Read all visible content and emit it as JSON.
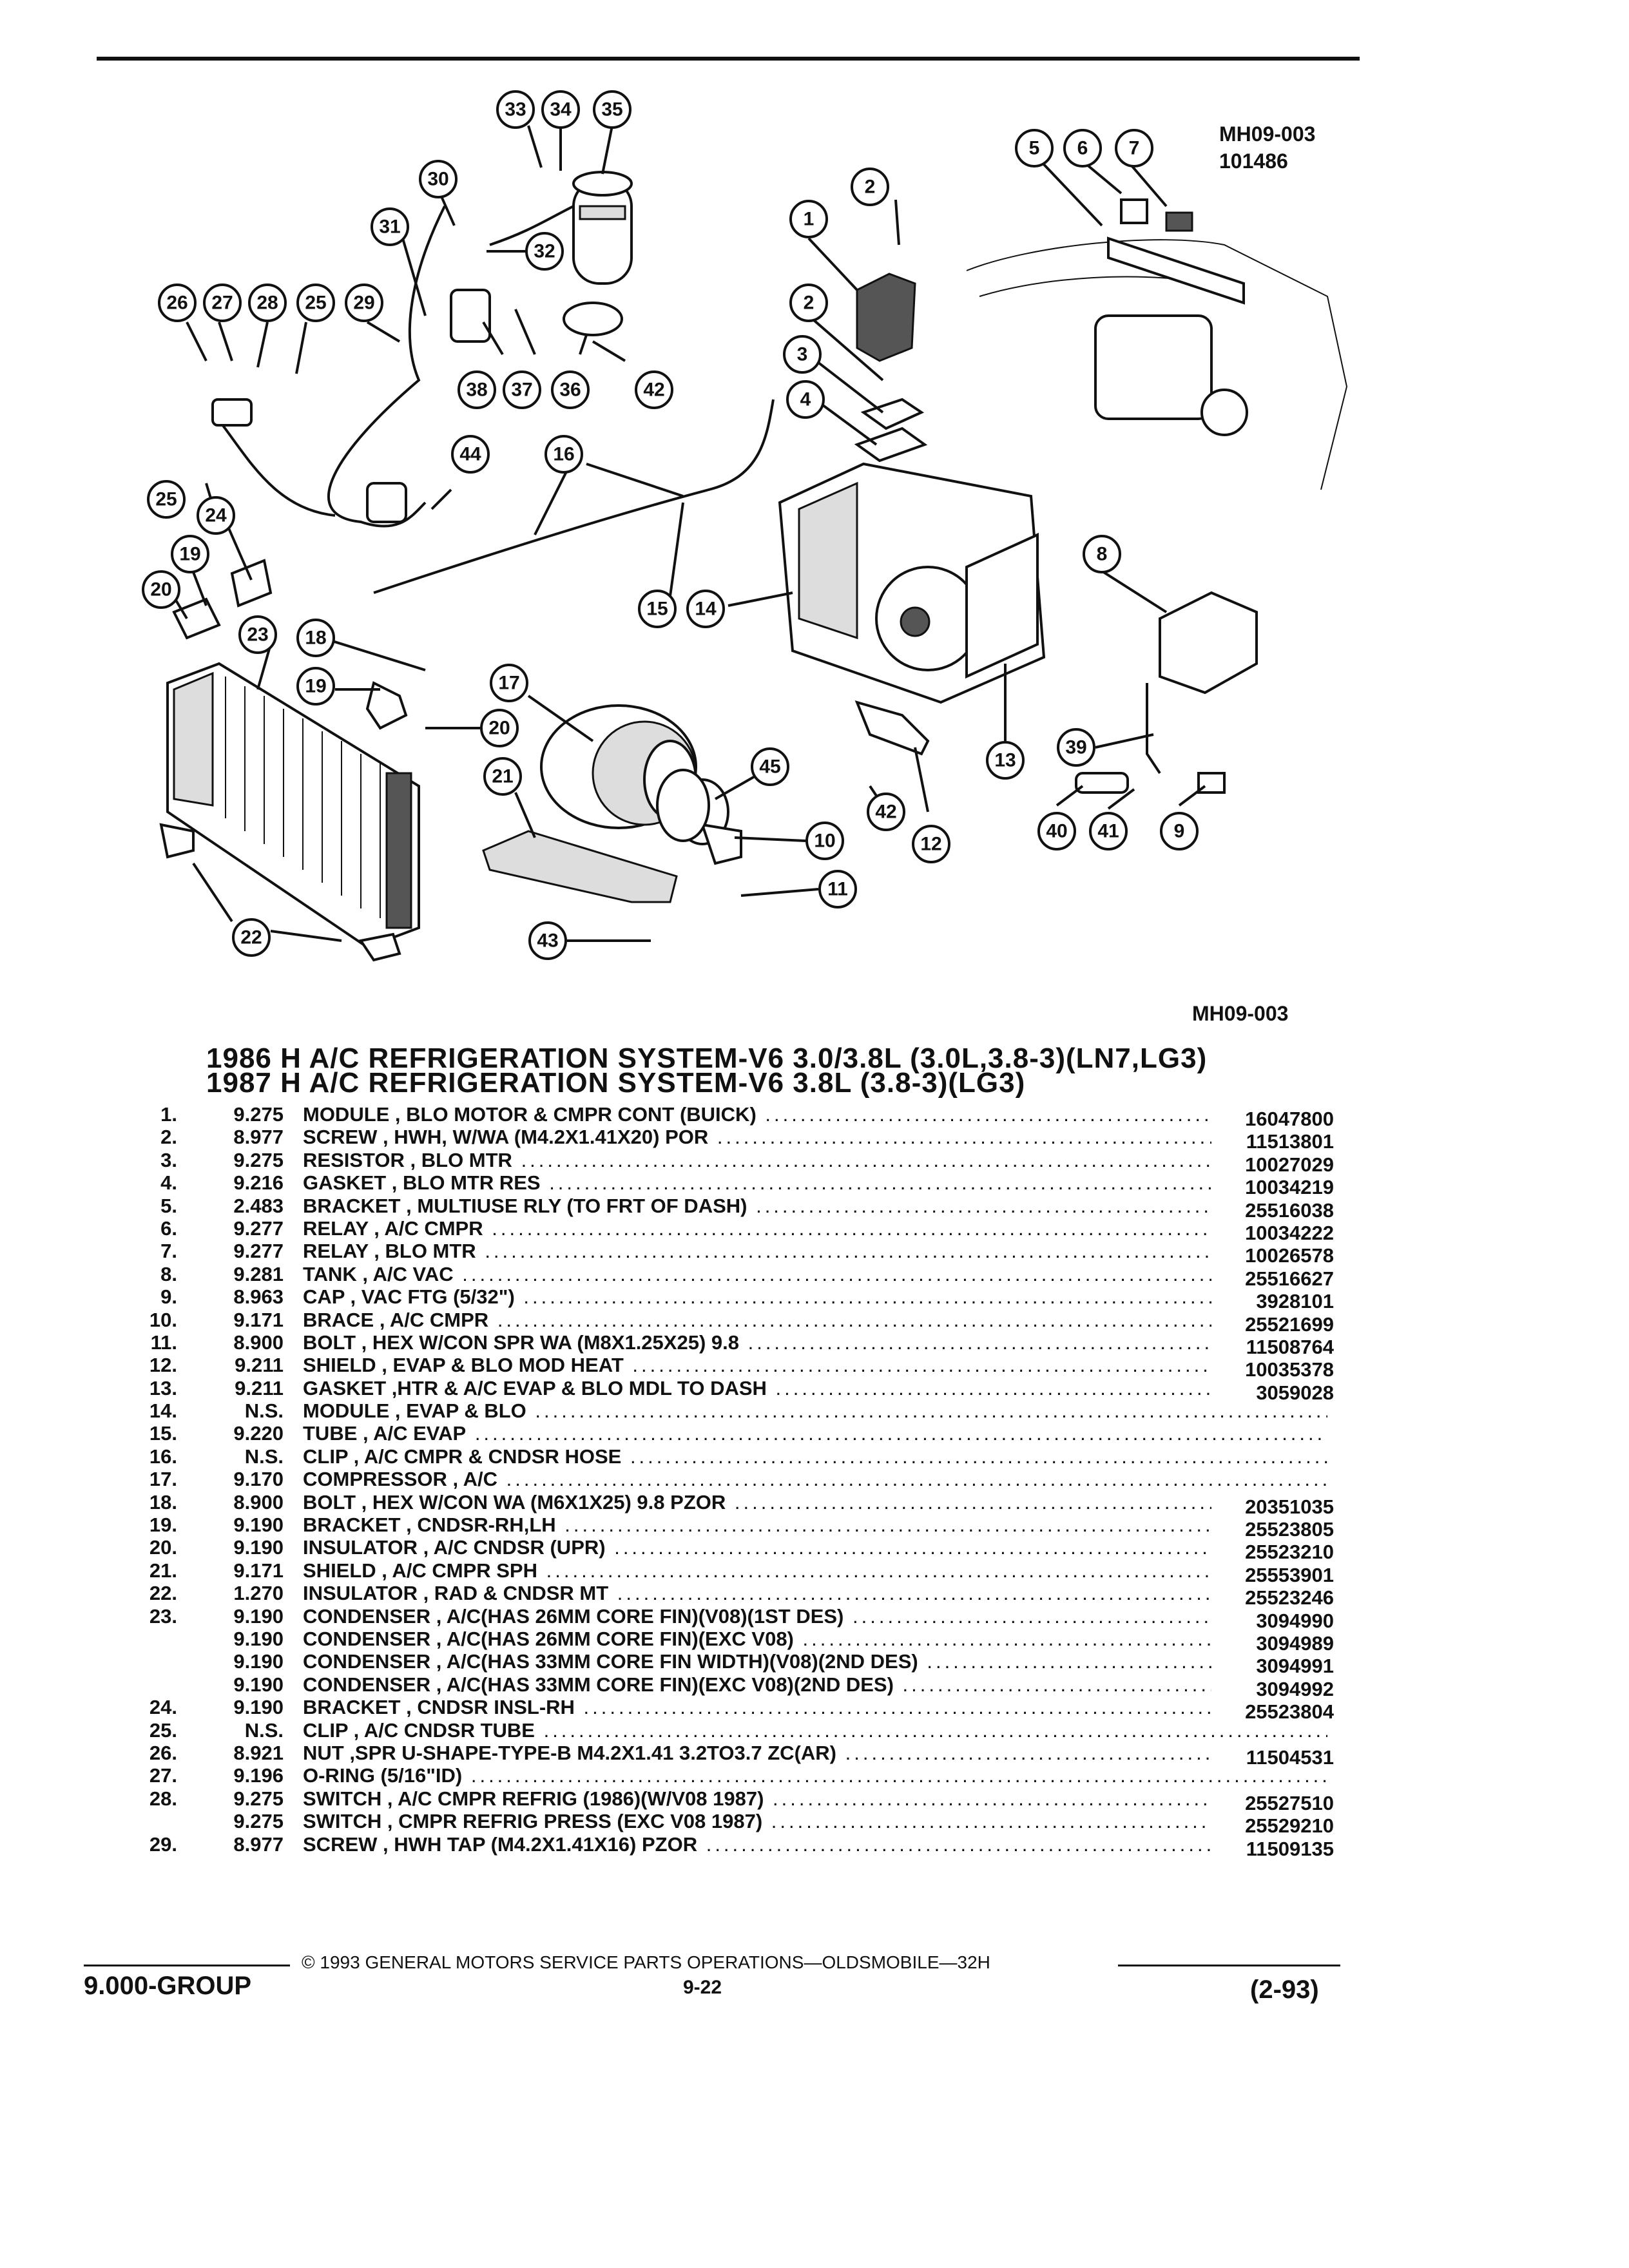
{
  "header": {
    "ref_code": "MH09-003",
    "ref_number": "101486"
  },
  "diagram": {
    "callouts": [
      "33",
      "34",
      "35",
      "30",
      "31",
      "32",
      "26",
      "27",
      "28",
      "25",
      "29",
      "38",
      "37",
      "36",
      "42",
      "44",
      "16",
      "25",
      "24",
      "19",
      "20",
      "23",
      "18",
      "19",
      "15",
      "14",
      "17",
      "20",
      "21",
      "22",
      "43",
      "45",
      "42",
      "12",
      "10",
      "11",
      "13",
      "1",
      "2",
      "2",
      "3",
      "4",
      "5",
      "6",
      "7",
      "8",
      "39",
      "40",
      "41",
      "9"
    ],
    "caption": "MH09-003"
  },
  "titles": [
    "1986 H A/C REFRIGERATION SYSTEM-V6 3.0/3.8L (3.0L,3.8-3)(LN7,LG3)",
    "1987 H A/C REFRIGERATION SYSTEM-V6 3.8L (3.8-3)(LG3)"
  ],
  "parts": [
    {
      "no": "1.",
      "group": "9.275",
      "desc": "MODULE , BLO MOTOR & CMPR CONT (BUICK)",
      "pn": "16047800"
    },
    {
      "no": "2.",
      "group": "8.977",
      "desc": "SCREW , HWH, W/WA (M4.2X1.41X20) POR",
      "pn": "11513801"
    },
    {
      "no": "3.",
      "group": "9.275",
      "desc": "RESISTOR , BLO MTR",
      "pn": "10027029"
    },
    {
      "no": "4.",
      "group": "9.216",
      "desc": "GASKET , BLO MTR RES",
      "pn": "10034219"
    },
    {
      "no": "5.",
      "group": "2.483",
      "desc": "BRACKET , MULTIUSE RLY (TO FRT OF DASH)",
      "pn": "25516038"
    },
    {
      "no": "6.",
      "group": "9.277",
      "desc": "RELAY , A/C CMPR",
      "pn": "10034222"
    },
    {
      "no": "7.",
      "group": "9.277",
      "desc": "RELAY , BLO MTR",
      "pn": "10026578"
    },
    {
      "no": "8.",
      "group": "9.281",
      "desc": "TANK , A/C VAC",
      "pn": "25516627"
    },
    {
      "no": "9.",
      "group": "8.963",
      "desc": "CAP , VAC FTG (5/32\")",
      "pn": "3928101"
    },
    {
      "no": "10.",
      "group": "9.171",
      "desc": "BRACE , A/C CMPR",
      "pn": "25521699"
    },
    {
      "no": "11.",
      "group": "8.900",
      "desc": "BOLT , HEX W/CON SPR WA (M8X1.25X25) 9.8",
      "pn": "11508764"
    },
    {
      "no": "12.",
      "group": "9.211",
      "desc": "SHIELD , EVAP & BLO MOD HEAT",
      "pn": "10035378"
    },
    {
      "no": "13.",
      "group": "9.211",
      "desc": "GASKET ,HTR & A/C EVAP & BLO MDL TO DASH",
      "pn": "3059028"
    },
    {
      "no": "14.",
      "group": "N.S.",
      "desc": "MODULE , EVAP & BLO",
      "pn": ""
    },
    {
      "no": "15.",
      "group": "9.220",
      "desc": "TUBE , A/C EVAP",
      "pn": ""
    },
    {
      "no": "16.",
      "group": "N.S.",
      "desc": "CLIP , A/C CMPR & CNDSR HOSE",
      "pn": ""
    },
    {
      "no": "17.",
      "group": "9.170",
      "desc": "COMPRESSOR , A/C",
      "pn": ""
    },
    {
      "no": "18.",
      "group": "8.900",
      "desc": "BOLT , HEX W/CON WA (M6X1X25) 9.8 PZOR",
      "pn": "20351035"
    },
    {
      "no": "19.",
      "group": "9.190",
      "desc": "BRACKET , CNDSR-RH,LH",
      "pn": "25523805"
    },
    {
      "no": "20.",
      "group": "9.190",
      "desc": "INSULATOR , A/C CNDSR (UPR)",
      "pn": "25523210"
    },
    {
      "no": "21.",
      "group": "9.171",
      "desc": "SHIELD , A/C CMPR SPH",
      "pn": "25553901"
    },
    {
      "no": "22.",
      "group": "1.270",
      "desc": "INSULATOR , RAD & CNDSR MT",
      "pn": "25523246"
    },
    {
      "no": "23.",
      "group": "9.190",
      "desc": "CONDENSER , A/C(HAS 26MM CORE FIN)(V08)(1ST DES)",
      "pn": "3094990"
    },
    {
      "no": "",
      "group": "9.190",
      "desc": "CONDENSER , A/C(HAS 26MM CORE FIN)(EXC V08)",
      "pn": "3094989"
    },
    {
      "no": "",
      "group": "9.190",
      "desc": "CONDENSER , A/C(HAS 33MM CORE FIN WIDTH)(V08)(2ND DES)",
      "pn": "3094991"
    },
    {
      "no": "",
      "group": "9.190",
      "desc": "CONDENSER , A/C(HAS 33MM CORE FIN)(EXC V08)(2ND DES)",
      "pn": "3094992"
    },
    {
      "no": "24.",
      "group": "9.190",
      "desc": "BRACKET , CNDSR INSL-RH",
      "pn": "25523804"
    },
    {
      "no": "25.",
      "group": "N.S.",
      "desc": "CLIP , A/C CNDSR TUBE",
      "pn": ""
    },
    {
      "no": "26.",
      "group": "8.921",
      "desc": "NUT ,SPR U-SHAPE-TYPE-B M4.2X1.41 3.2TO3.7 ZC(AR)",
      "pn": "11504531"
    },
    {
      "no": "27.",
      "group": "9.196",
      "desc": "O-RING (5/16\"ID)",
      "pn": ""
    },
    {
      "no": "28.",
      "group": "9.275",
      "desc": "SWITCH , A/C CMPR REFRIG (1986)(W/V08 1987)",
      "pn": "25527510"
    },
    {
      "no": "",
      "group": "9.275",
      "desc": "SWITCH , CMPR REFRIG PRESS (EXC V08 1987)",
      "pn": "25529210"
    },
    {
      "no": "29.",
      "group": "8.977",
      "desc": "SCREW , HWH TAP (M4.2X1.41X16) PZOR",
      "pn": "11509135"
    }
  ],
  "footer": {
    "copyright": "© 1993 GENERAL MOTORS SERVICE PARTS OPERATIONS—OLDSMOBILE—32H",
    "group": "9.000-GROUP",
    "page": "9-22",
    "date": "(2-93)"
  }
}
